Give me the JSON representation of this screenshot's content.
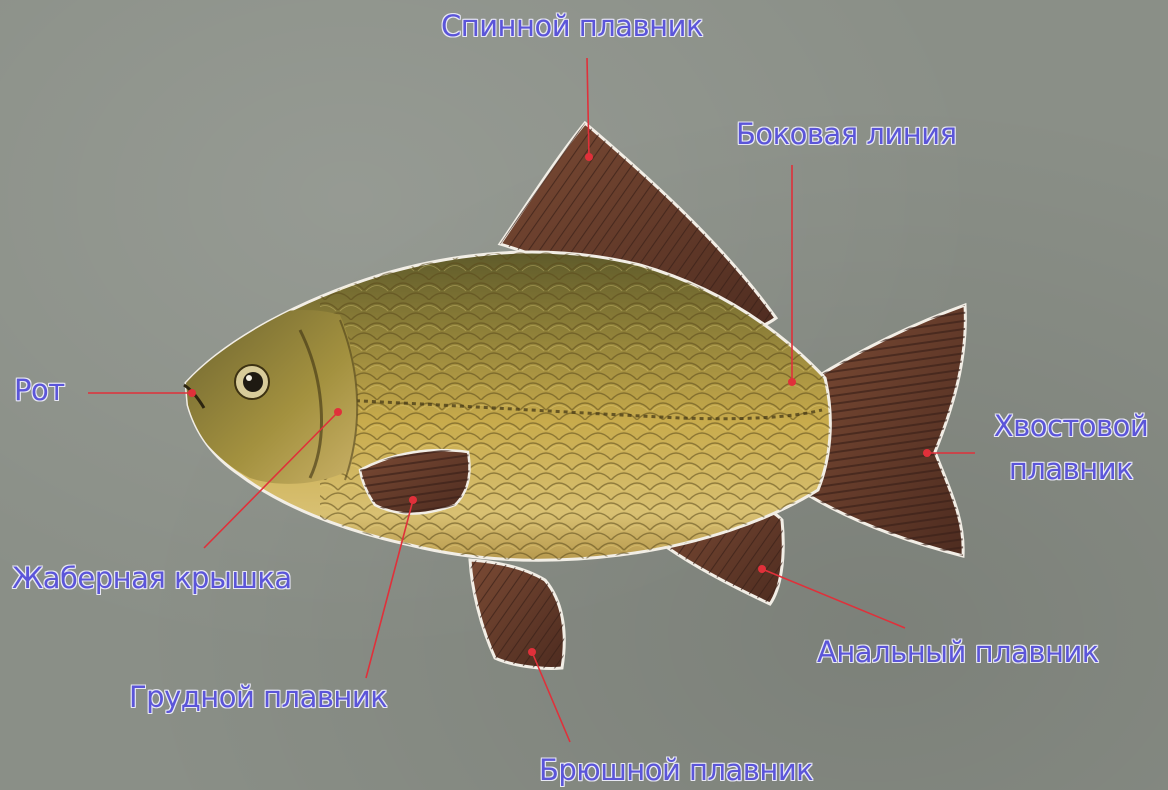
{
  "labels": {
    "dorsal_fin": "Спинной плавник",
    "lateral_line": "Боковая линия",
    "mouth": "Рот",
    "caudal_fin_line1": "Хвостовой",
    "caudal_fin_line2": "плавник",
    "gill_cover": "Жаберная крышка",
    "anal_fin": "Анальный плавник",
    "pectoral_fin": "Грудной плавник",
    "pelvic_fin": "Брюшной плавник"
  },
  "colors": {
    "background": "#8a8f87",
    "label_text": "#5b55d9",
    "leader_line": "#e0303a",
    "body_gold": "#c2a54a",
    "fin_brown": "#6a3e2c"
  }
}
